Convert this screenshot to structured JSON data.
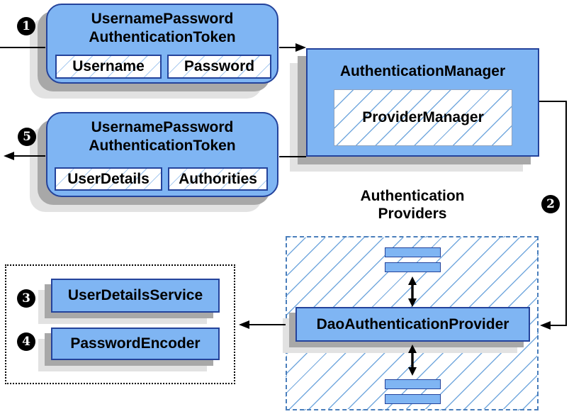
{
  "colors": {
    "box_fill": "#7fb5f3",
    "box_border": "#24439b",
    "hatch_strong": "#74a9de",
    "hatch_light": "#a9cbf0",
    "dashed_border": "#4a7ebb",
    "shadow_dark": "#a8a8a8",
    "shadow_light": "#e2e2e2",
    "arrow": "#000000",
    "badge_bg": "#000000",
    "badge_text": "#ffffff"
  },
  "badges": {
    "step1": "1",
    "step2": "2",
    "step3": "3",
    "step4": "4",
    "step5": "5"
  },
  "request_token": {
    "title_line1": "UsernamePassword",
    "title_line2": "AuthenticationToken",
    "field_username": "Username",
    "field_password": "Password"
  },
  "auth_manager": {
    "title": "AuthenticationManager",
    "provider_manager": "ProviderManager"
  },
  "result_token": {
    "title_line1": "UsernamePassword",
    "title_line2": "AuthenticationToken",
    "field_userdetails": "UserDetails",
    "field_authorities": "Authorities"
  },
  "auth_providers": {
    "heading_line1": "Authentication",
    "heading_line2": "Providers",
    "dao_provider": "DaoAuthenticationProvider"
  },
  "services": {
    "user_details_service": "UserDetailsService",
    "password_encoder": "PasswordEncoder"
  }
}
